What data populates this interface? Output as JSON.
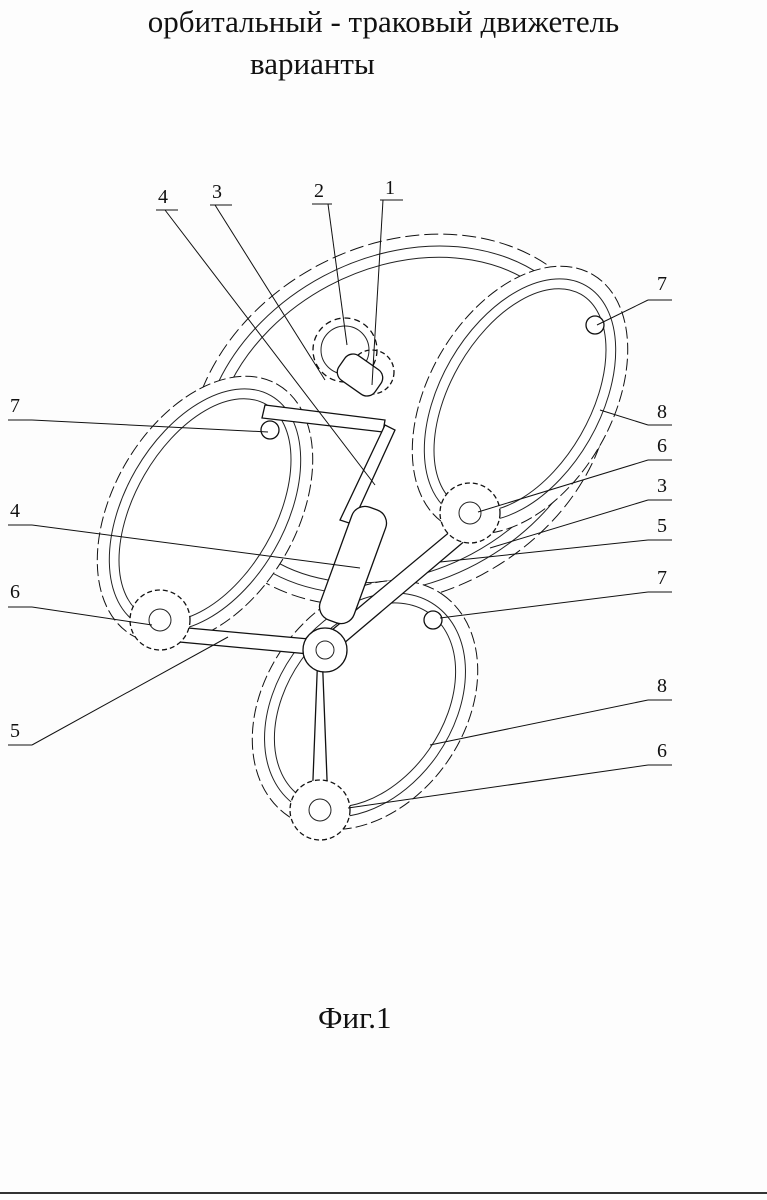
{
  "title": {
    "line1": "орбитальный - траковый движетель",
    "line2": "варианты"
  },
  "caption": "Фиг.1",
  "labels": [
    "1",
    "2",
    "3",
    "4",
    "7",
    "7",
    "4",
    "6",
    "3",
    "5",
    "6",
    "5",
    "7",
    "8",
    "8",
    "6"
  ],
  "colors": {
    "ink": "#111111",
    "paper": "#fdfdfd"
  }
}
